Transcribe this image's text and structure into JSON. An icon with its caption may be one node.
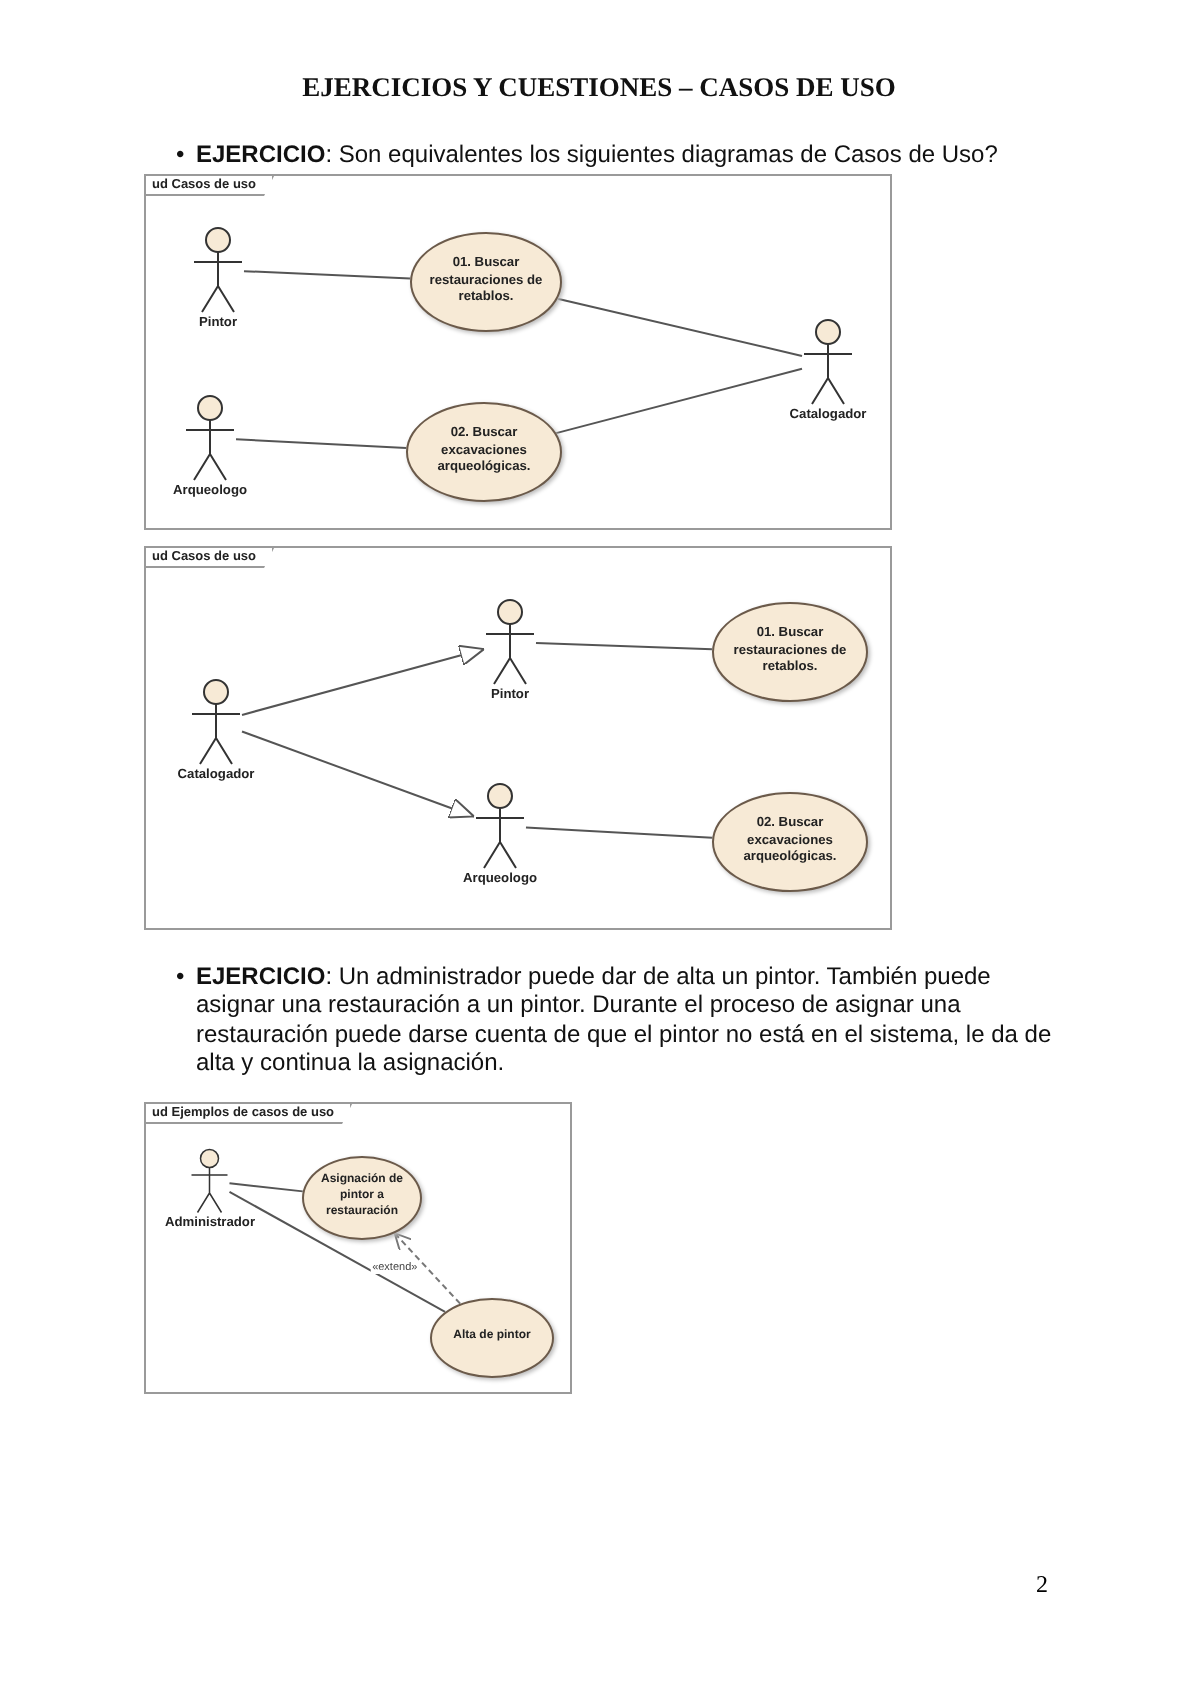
{
  "diagram": {
    "title": "EJERCICIOS Y CUESTIONES – CASOS DE USO",
    "nodes": [
      {
        "text": [
          "ud Casos de uso"
        ]
      },
      {
        "text": [
          "Pintor"
        ],
        "in": 0
      },
      {
        "text": [
          "01. Buscar restauraciones de retablos."
        ],
        "in": 0
      },
      {
        "text": [
          "Catalogador"
        ],
        "in": 0
      },
      {
        "text": [
          "Arqueologo"
        ],
        "in": 0
      },
      {
        "text": [
          "02. Buscar excavaciones arqueológicas."
        ],
        "in": 0
      },
      {
        "text": [
          "ud Casos de uso"
        ]
      },
      {
        "text": [
          "Catalogador"
        ],
        "in": 6
      },
      {
        "text": [
          "Pintor"
        ],
        "in": 6
      },
      {
        "text": [
          "01. Buscar restauraciones de retablos."
        ],
        "in": 6
      },
      {
        "text": [
          "Arqueologo"
        ],
        "in": 6
      },
      {
        "text": [
          "02. Buscar excavaciones arqueológicas."
        ],
        "in": 6
      },
      {
        "text": [
          "ud Ejemplos de casos de uso"
        ]
      },
      {
        "text": [
          "Administrador"
        ],
        "in": 12
      },
      {
        "text": [
          "Asignación de pintor a restauración"
        ],
        "in": 12
      },
      {
        "text": [
          "Alta de pintor"
        ],
        "in": 12
      }
    ],
    "edges": [
      {
        "from": 1,
        "to": 2,
        "arrow": "none"
      },
      {
        "from": 2,
        "to": 3,
        "arrow": "none"
      },
      {
        "from": 4,
        "to": 5,
        "arrow": "none"
      },
      {
        "from": 5,
        "to": 3,
        "arrow": "none"
      },
      {
        "from": 7,
        "to": 8,
        "arrow": "to"
      },
      {
        "from": 7,
        "to": 10,
        "arrow": "to"
      },
      {
        "from": 8,
        "to": 9,
        "arrow": "none"
      },
      {
        "from": 10,
        "to": 11,
        "arrow": "none"
      },
      {
        "from": 13,
        "to": 14,
        "arrow": "none"
      },
      {
        "from": 13,
        "to": 15,
        "arrow": "none"
      },
      {
        "from": 15,
        "to": 14,
        "arrow": "to",
        "style": "dashed",
        "label": "«extend»"
      }
    ],
    "labels": [
      "•",
      "**EJERCICIO**: Son equivalentes los siguientes diagramas de Casos de Uso?",
      "•",
      "**EJERCICIO**: Un administrador puede dar de alta un pintor. También puede asignar una restauración a un pintor. Durante el proceso de asignar una restauración puede darse cuenta de que el pintor no está en el sistema, le da de alta y continua la asignación.",
      "2"
    ]
  }
}
